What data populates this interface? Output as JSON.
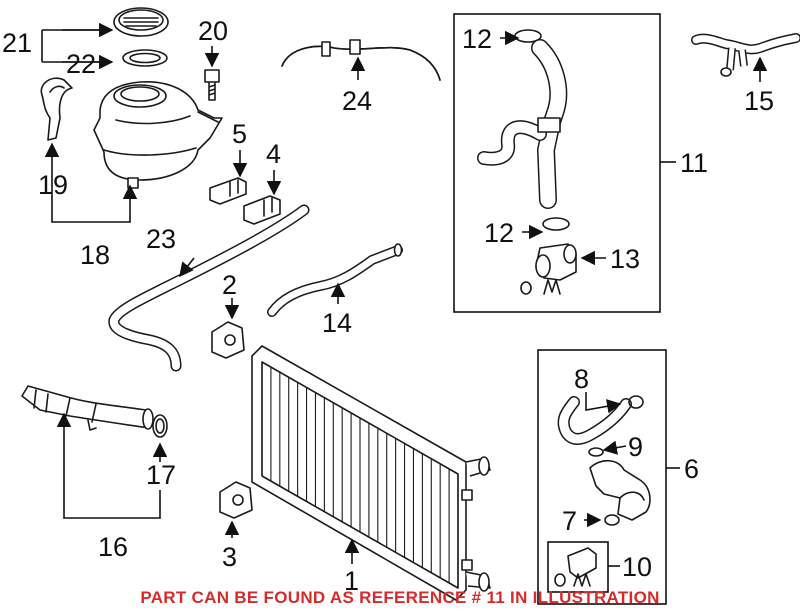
{
  "callouts": {
    "c1": "1",
    "c2": "2",
    "c3": "3",
    "c4": "4",
    "c5": "5",
    "c6": "6",
    "c7": "7",
    "c8": "8",
    "c9": "9",
    "c10": "10",
    "c11": "11",
    "c12a": "12",
    "c12b": "12",
    "c13": "13",
    "c14": "14",
    "c15": "15",
    "c16": "16",
    "c17": "17",
    "c18": "18",
    "c19": "19",
    "c20": "20",
    "c21": "21",
    "c22": "22",
    "c23": "23",
    "c24": "24"
  },
  "footer_note": "PART CAN BE FOUND AS REFERENCE # 11 IN ILLUSTRATION",
  "colors": {
    "note": "#d62b2b",
    "line": "#111111"
  }
}
